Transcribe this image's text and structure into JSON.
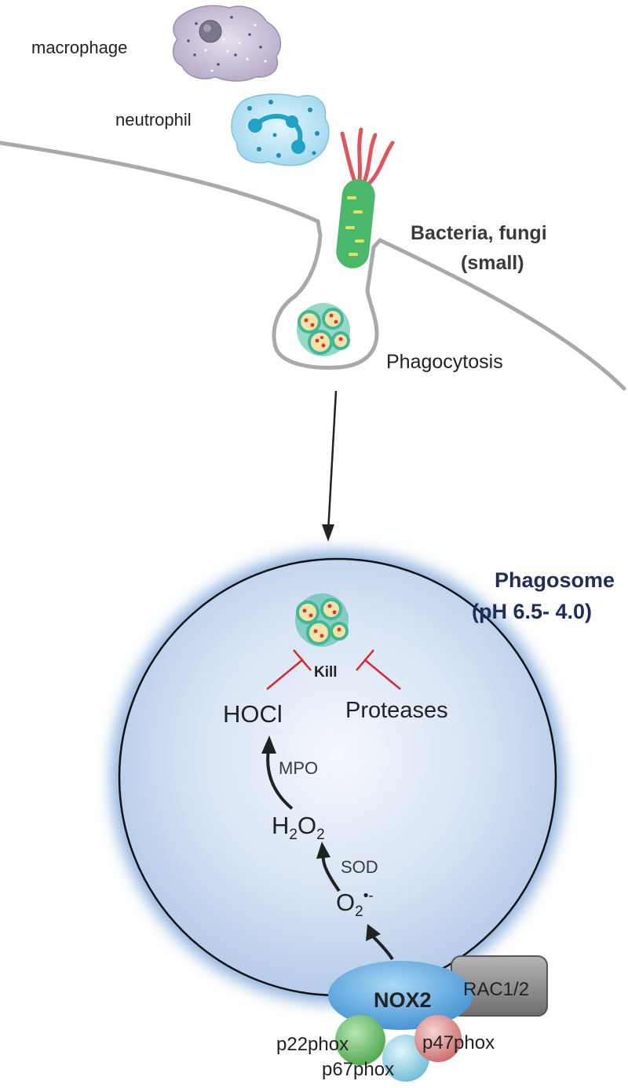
{
  "labels": {
    "macrophage": "macrophage",
    "neutrophil": "neutrophil",
    "bacteria_line1": "Bacteria, fungi",
    "bacteria_line2": "(small)",
    "phagocytosis": "Phagocytosis",
    "phagosome_line1": "Phagosome",
    "phagosome_line2": "(pH 6.5- 4.0)",
    "kill": "Kill",
    "hocl": "HOCl",
    "proteases": "Proteases",
    "mpo": "MPO",
    "h2o2_h": "H",
    "h2o2_sub1": "2",
    "h2o2_o": "O",
    "h2o2_sub2": "2",
    "sod": "SOD",
    "o2_o": "O",
    "o2_sub": "2",
    "o2_sup": "•-",
    "nox2": "NOX2",
    "rac": "RAC1/2",
    "p22": "p22phox",
    "p67": "p67phox",
    "p47": "p47phox"
  },
  "colors": {
    "membrane": "#a9a9a9",
    "phagosome_fill": "#c9d9ef",
    "phagosome_glow": "#7ea7d8",
    "inhibit": "#d9262a",
    "nox2": "#5aa9e0",
    "rac": "#8c8c8c",
    "p22": "#6cc36c",
    "p67": "#8fd3e6",
    "p47": "#e69a9a",
    "bacterium": "#49b86a",
    "flagella": "#e2545c",
    "macrophage": "#cfc4d9",
    "neutrophil": "#bfe6f6"
  }
}
